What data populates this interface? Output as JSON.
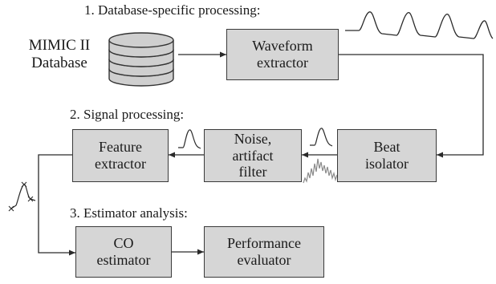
{
  "sections": {
    "database_specific": "1. Database-specific processing:",
    "signal_processing": "2. Signal processing:",
    "estimator_analysis": "3. Estimator analysis:"
  },
  "source": {
    "line1": "MIMIC II",
    "line2": "Database",
    "icon": "database-cylinder-icon"
  },
  "blocks": {
    "waveform_extractor": [
      "Waveform",
      "extractor"
    ],
    "beat_isolator": [
      "Beat",
      "isolator"
    ],
    "noise_filter": [
      "Noise,",
      "artifact",
      "filter"
    ],
    "feature_extractor": [
      "Feature",
      "extractor"
    ],
    "co_estimator": [
      "CO",
      "estimator"
    ],
    "performance_evaluator": [
      "Performance",
      "evaluator"
    ]
  },
  "colors": {
    "block_fill": "#d6d6d6",
    "block_border": "#3a3a3a",
    "line": "#2a2a2a",
    "noise_trace": "#8a8a8a"
  }
}
